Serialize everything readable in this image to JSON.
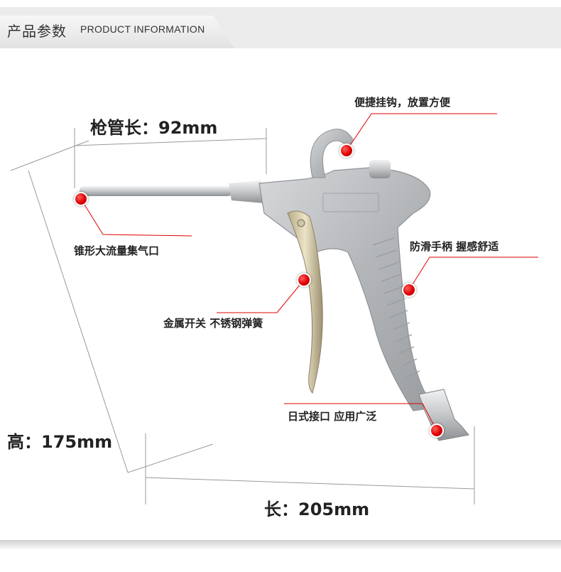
{
  "header": {
    "title_cn": "产品参数",
    "title_en": "PRODUCT INFORMATION"
  },
  "dimensions": {
    "barrel_length": "枪管长：92mm",
    "height": "高：175mm",
    "length": "长：205mm"
  },
  "callouts": {
    "hook": "便捷挂钩，放置方便",
    "tip": "锥形大流量集气口",
    "handle": "防滑手柄  握感舒适",
    "trigger": "金属开关  不锈钢弹簧",
    "coupler": "日式接口  应用广泛"
  },
  "colors": {
    "accent": "#e00000",
    "header_bg": "#ececec",
    "body_metal": "#b9bcbe",
    "chrome": "#d8dadb"
  },
  "icons": {
    "callout_marker": "red-dot-icon"
  }
}
